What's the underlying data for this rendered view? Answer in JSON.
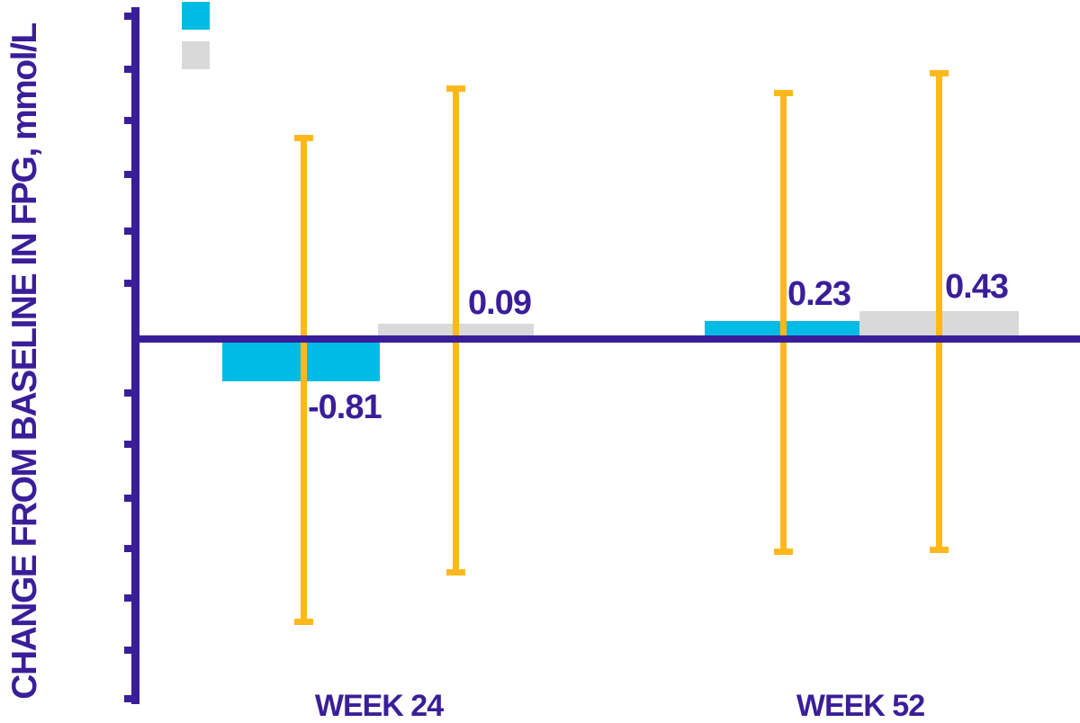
{
  "chart_data": {
    "type": "bar",
    "title": "",
    "ylabel": "CHANGE FROM BASELINE IN FPG, mmol/L",
    "xlabel": "",
    "categories": [
      "WEEK 24",
      "WEEK 52"
    ],
    "series": [
      {
        "name": "cyan-series",
        "color": "#00bce4",
        "values": [
          -0.81,
          0.23
        ],
        "value_labels": [
          "-0.81",
          "0.23"
        ]
      },
      {
        "name": "gray-series",
        "color": "#d9d9d9",
        "values": [
          0.09,
          0.43
        ],
        "value_labels": [
          "0.09",
          "0.43"
        ]
      }
    ],
    "baseline_value": 0,
    "y_axis": {
      "numeric_tick_labels_visible": false,
      "tick_count_above_baseline": 6,
      "tick_count_below_baseline": 6
    },
    "error_bars": {
      "shown": true,
      "color": "#ffb81c",
      "numeric_ranges_visible": false
    },
    "legend": {
      "position": "top-left",
      "entries": [
        {
          "swatch_color": "#00bce4",
          "label": ""
        },
        {
          "swatch_color": "#d9d9d9",
          "label": ""
        }
      ]
    },
    "grid": false
  },
  "colors": {
    "purple": "#3a1e99",
    "cyan": "#00bce4",
    "gray": "#d9d9d9",
    "orange": "#ffb81c",
    "background": "#ffffff"
  }
}
